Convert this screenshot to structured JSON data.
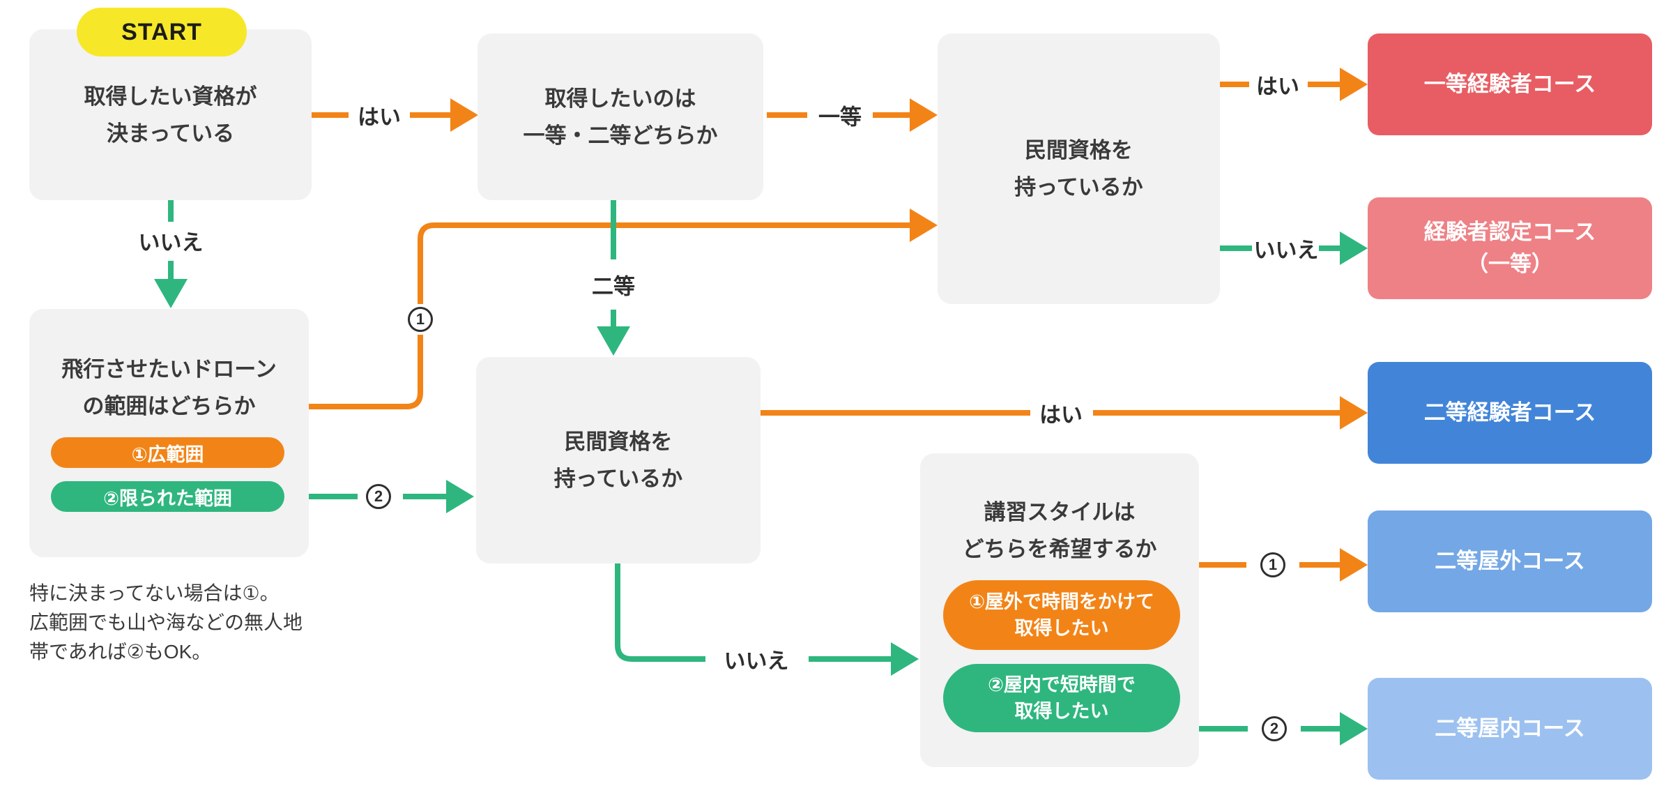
{
  "colors": {
    "orange": "#F28417",
    "green": "#2EB67E",
    "yellow": "#F6E829",
    "node_gray": "#F2F2F2",
    "red": "#E85D63",
    "salmon": "#EE8186",
    "blue_dark": "#4285D8",
    "blue_mid": "#74A7E5",
    "blue_light": "#9CC1F0",
    "text_dark": "#3A3A3A"
  },
  "start_badge": "START",
  "nodes": {
    "q_decided": {
      "line1": "取得したい資格が",
      "line2": "決まっている"
    },
    "q_grade": {
      "line1": "取得したいのは",
      "line2": "一等・二等どちらか"
    },
    "q_private_top": {
      "line1": "民間資格を",
      "line2": "持っているか"
    },
    "q_range": {
      "line1": "飛行させたいドローン",
      "line2": "の範囲はどちらか",
      "option1": "①広範囲",
      "option2": "②限られた範囲"
    },
    "q_private_mid": {
      "line1": "民間資格を",
      "line2": "持っているか"
    },
    "q_style": {
      "line1": "講習スタイルは",
      "line2": "どちらを希望するか",
      "option1_line1": "①屋外で時間をかけて",
      "option1_line2": "取得したい",
      "option2_line1": "②屋内で短時間で",
      "option2_line2": "取得したい"
    }
  },
  "results": {
    "r1": "一等経験者コース",
    "r2_line1": "経験者認定コース",
    "r2_line2": "（一等）",
    "r3": "二等経験者コース",
    "r4": "二等屋外コース",
    "r5": "二等屋内コース"
  },
  "labels": {
    "yes_start": "はい",
    "grade_first": "一等",
    "grade_second": "二等",
    "no_start": "いいえ",
    "yes_c": "はい",
    "no_c": "いいえ",
    "yes_e": "はい",
    "no_e": "いいえ",
    "num1": "1",
    "num2": "2"
  },
  "note": {
    "line1": "特に決まってない場合は①。",
    "line2": "広範囲でも山や海などの無人地",
    "line3": "帯であれば②もOK。"
  }
}
